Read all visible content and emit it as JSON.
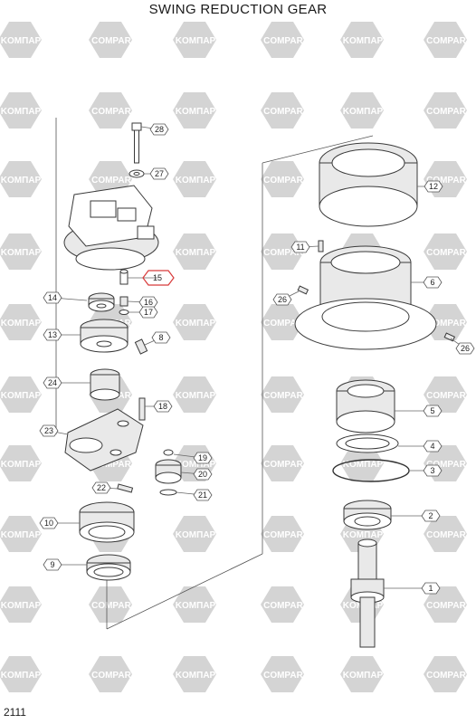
{
  "title": "SWING REDUCTION GEAR",
  "footer": "2111",
  "watermark": {
    "brand_a": "KOMПАРТ",
    "brand_b": "COMPART",
    "color": "#d4d4d4"
  },
  "callouts": {
    "c28": "28",
    "c27": "27",
    "c15": "15",
    "c14": "14",
    "c16": "16",
    "c17": "17",
    "c13": "13",
    "c8": "8",
    "c24": "24",
    "c18": "18",
    "c23": "23",
    "c19": "19",
    "c20": "20",
    "c21": "21",
    "c22": "22",
    "c10": "10",
    "c9": "9",
    "c12": "12",
    "c11": "11",
    "c6": "6",
    "c26a": "26",
    "c26b": "26",
    "c5": "5",
    "c4": "4",
    "c3": "3",
    "c2": "2",
    "c1": "1"
  },
  "highlight_color": "#d83a3a"
}
